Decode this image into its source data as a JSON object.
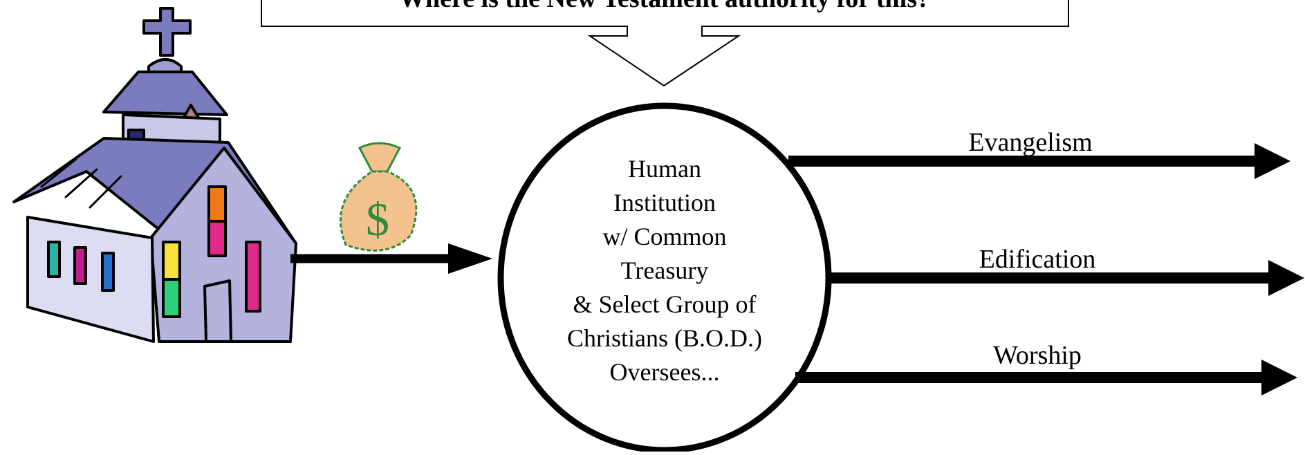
{
  "callout": {
    "text": "Where is the New Testament authority for this?"
  },
  "center_circle": {
    "lines": [
      "Human",
      "Institution",
      "w/ Common",
      "Treasury",
      "& Select Group of",
      "Christians (B.O.D.)",
      "Oversees..."
    ]
  },
  "outputs": [
    {
      "label": "Evangelism"
    },
    {
      "label": "Edification"
    },
    {
      "label": "Worship"
    }
  ],
  "money_bag": {
    "symbol": "$"
  },
  "icons": {
    "church": "church-icon",
    "money": "money-bag-icon"
  },
  "colors": {
    "church_roof": "#7b7bbf",
    "church_wall": "#c9c9ea",
    "money_bag": "#f3c28e",
    "money_symbol": "#2e8b3a",
    "arrows": "#000000"
  }
}
